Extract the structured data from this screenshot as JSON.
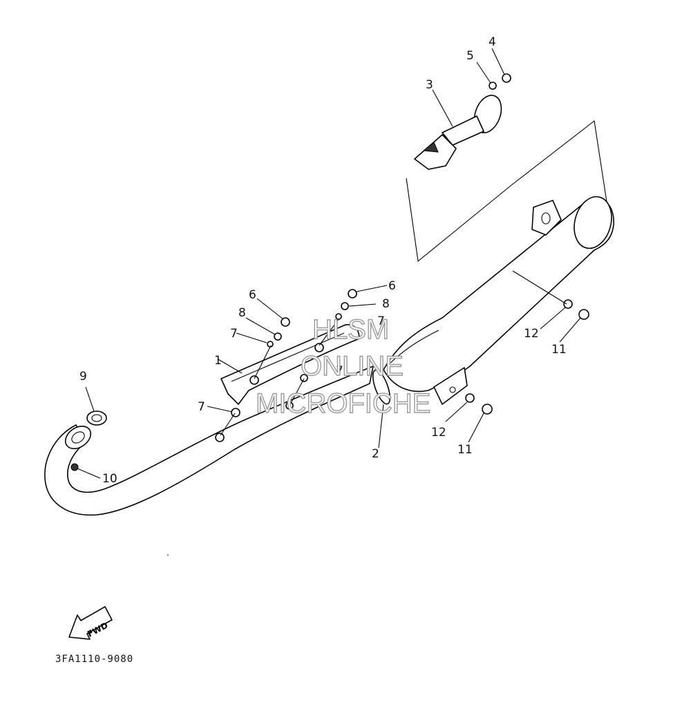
{
  "diagram_code": "3FA1110-9080",
  "fwd_label": "FWD",
  "watermark": {
    "line1": "HLSM",
    "line2": "ONLINE",
    "line3": "MICROFICHE"
  },
  "callouts": {
    "c1": "1",
    "c2": "2",
    "c3": "3",
    "c4": "4",
    "c5": "5",
    "c6a": "6",
    "c6b": "6",
    "c7a": "7",
    "c7b": "7",
    "c7c": "7",
    "c7d": "7",
    "c8a": "8",
    "c8b": "8",
    "c9": "9",
    "c10": "10",
    "c11a": "11",
    "c11b": "11",
    "c12a": "12",
    "c12b": "12"
  }
}
